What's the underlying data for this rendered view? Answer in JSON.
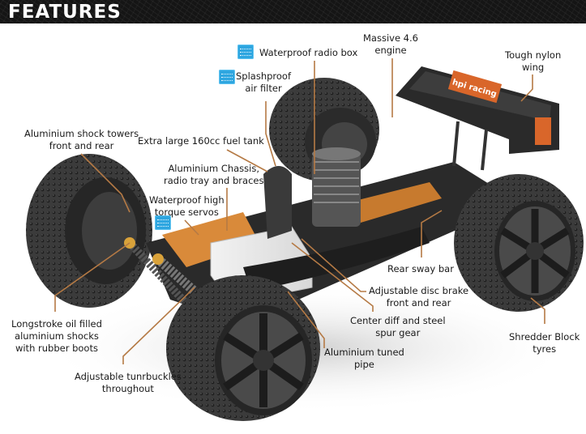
{
  "header": {
    "title": "FEATURES"
  },
  "icons": {
    "waterproof": "waterproof-icon"
  },
  "colors": {
    "leader_line": "#b57a45",
    "icon_blue": "#2ea6e0",
    "header_bg": "#151515",
    "chassis_orange": "#d98a3a"
  },
  "callouts": {
    "radio_box": {
      "lines": [
        "Waterproof radio box"
      ],
      "icon": true
    },
    "air_filter": {
      "lines": [
        "Splashproof",
        "air filter"
      ],
      "icon": true
    },
    "engine": {
      "lines": [
        "Massive 4.6",
        "engine"
      ]
    },
    "wing": {
      "lines": [
        "Tough nylon",
        "wing"
      ]
    },
    "shock_towers": {
      "lines": [
        "Aluminium shock towers",
        "front and rear"
      ]
    },
    "fuel_tank": {
      "lines": [
        "Extra large 160cc fuel tank"
      ]
    },
    "chassis": {
      "lines": [
        "Aluminium Chassis,",
        "radio tray and braces"
      ]
    },
    "servos": {
      "lines": [
        "Waterproof high",
        "torque servos"
      ],
      "icon": true
    },
    "sway_bar": {
      "lines": [
        "Rear sway bar"
      ]
    },
    "disc_brake": {
      "lines": [
        "Adjustable disc brake",
        "front and rear"
      ]
    },
    "center_diff": {
      "lines": [
        "Center diff and steel",
        "spur gear"
      ]
    },
    "tuned_pipe": {
      "lines": [
        "Aluminium tuned",
        "pipe"
      ]
    },
    "shocks": {
      "lines": [
        "Longstroke oil filled",
        "aluminium shocks",
        "with rubber boots"
      ]
    },
    "turnbuckles": {
      "lines": [
        "Adjustable tunrbuckles",
        "throughout"
      ]
    },
    "tyres": {
      "lines": [
        "Shredder Block",
        "tyres"
      ]
    }
  },
  "wing_logo": "hpi racing"
}
